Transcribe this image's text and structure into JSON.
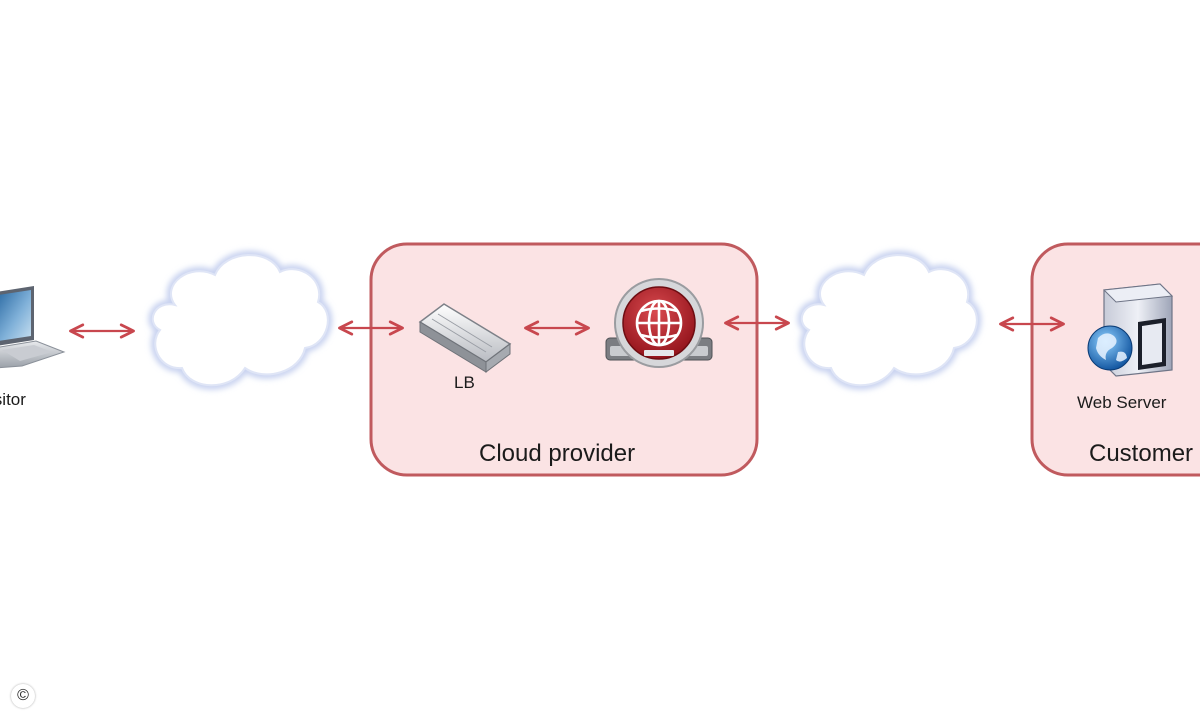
{
  "nodes": {
    "visitor": {
      "label": "Visitor",
      "icon": "laptop-icon"
    },
    "lb": {
      "label": "LB",
      "icon": "load-balancer-icon"
    },
    "firewall": {
      "label": "",
      "icon": "globe-appliance-icon"
    },
    "web_server": {
      "label": "Web Server",
      "icon": "web-server-icon"
    }
  },
  "groups": {
    "cloud_provider": {
      "label": "Cloud provider"
    },
    "customer": {
      "label": "Customer"
    }
  },
  "clouds": [
    {
      "name": "internet-cloud-left",
      "icon": "cloud-icon"
    },
    {
      "name": "internet-cloud-right",
      "icon": "cloud-icon"
    }
  ],
  "connections": [
    {
      "from": "visitor",
      "to": "internet-cloud-left",
      "type": "bidirectional"
    },
    {
      "from": "internet-cloud-left",
      "to": "lb",
      "type": "bidirectional"
    },
    {
      "from": "lb",
      "to": "firewall",
      "type": "bidirectional"
    },
    {
      "from": "firewall",
      "to": "internet-cloud-right",
      "type": "bidirectional"
    },
    {
      "from": "internet-cloud-right",
      "to": "web_server",
      "type": "bidirectional"
    }
  ],
  "copyright": {
    "symbol": "©"
  },
  "colors": {
    "accent_red": "#c8474e",
    "group_fill": "#fbe3e4",
    "group_stroke": "#c05a5e",
    "cloud_glow": "#c9d3f0"
  }
}
